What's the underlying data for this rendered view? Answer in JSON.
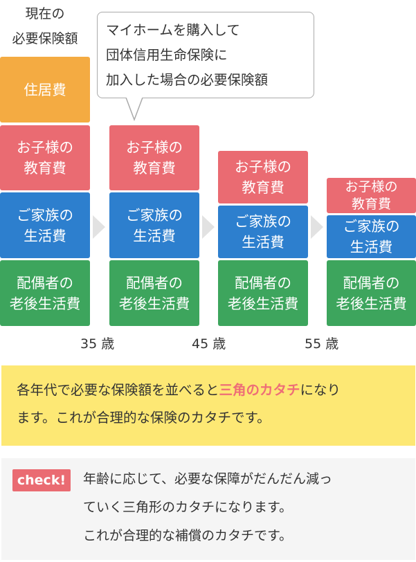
{
  "header": {
    "line1": "現在の",
    "line2": "必要保険額"
  },
  "bubble": {
    "line1": "マイホームを購入して",
    "line2": "団体信用生命保険に",
    "line3": "加入した場合の必要保険額"
  },
  "labels": {
    "housing": "住居費",
    "education_1": "お子様の",
    "education_2": "教育費",
    "family_1": "ご家族の",
    "family_2": "生活費",
    "spouse_1": "配偶者の",
    "spouse_2": "老後生活費"
  },
  "ages": {
    "a35": "35 歳",
    "a45": "45 歳",
    "a55": "55 歳"
  },
  "note": {
    "part1": "各年代で必要な保険額を並べると",
    "highlight": "三角のカタチ",
    "part2": "にな",
    "line1_end": "り",
    "line2": "ます。これが合理的な保険のカタチです。"
  },
  "check": {
    "badge": "check!",
    "line1": "年齢に応じて、必要な保障がだんだん減っ",
    "line2": "ていく三角形のカタチになります。",
    "line3": "これが合理的な補償のカタチです。"
  },
  "colors": {
    "housing": "#f4ab42",
    "education": "#ea6b72",
    "family": "#2d7fce",
    "spouse": "#3da55d",
    "highlight": "#ee6e77",
    "note_bg": "#fde874",
    "check_bg": "#f5f5f5"
  }
}
